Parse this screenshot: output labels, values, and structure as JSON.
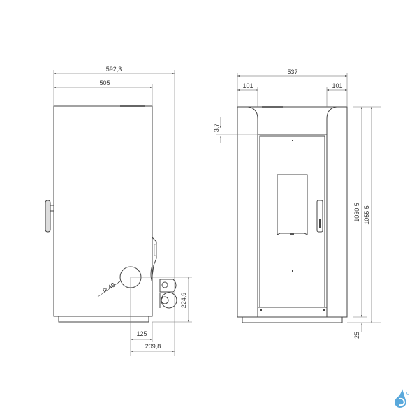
{
  "side_view": {
    "overall_width": "592,3",
    "body_width": "505",
    "flue_radius": "R 49",
    "flue_height": "224,9",
    "flue_offset_1": "125",
    "flue_offset_2": "209,8"
  },
  "front_view": {
    "overall_width": "537",
    "left_panel": "101",
    "right_panel": "101",
    "top_gap": "3,7",
    "body_height": "1030,5",
    "overall_height": "1055,5",
    "base_height": "25"
  },
  "colors": {
    "line": "#444444",
    "dimension": "#555555",
    "logo": "#5aa9dc"
  },
  "logo": {
    "icon": "water-drop-icon"
  }
}
